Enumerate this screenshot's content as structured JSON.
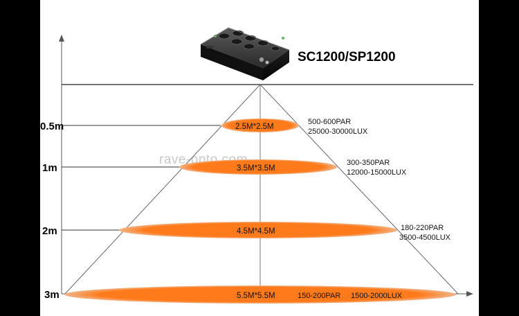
{
  "product": {
    "title": "SC1200/SP1200",
    "icon": "led-grow-light-icon"
  },
  "watermark": "rave-opto.com",
  "colors": {
    "spot_fill": "#ff7a1a",
    "spot_edge": "#f0c098",
    "line": "#555555"
  },
  "distances": [
    "0.5m",
    "1m",
    "2m",
    "3m"
  ],
  "coverage": [
    {
      "area": "2.5M*2.5M",
      "par": "500-600PAR",
      "lux": "25000-30000LUX"
    },
    {
      "area": "3.5M*3.5M",
      "par": "300-350PAR",
      "lux": "12000-15000LUX"
    },
    {
      "area": "4.5M*4.5M",
      "par": "180-220PAR",
      "lux": "3500-4500LUX"
    },
    {
      "area": "5.5M*5.5M",
      "par": "150-200PAR",
      "lux": "1500-2000LUX"
    }
  ]
}
